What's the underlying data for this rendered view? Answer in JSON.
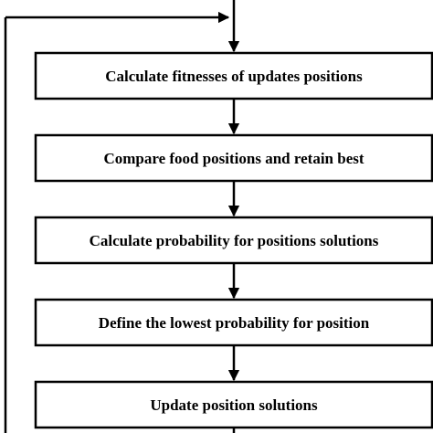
{
  "diagram": {
    "steps": [
      {
        "label": "Calculate fitnesses of updates positions"
      },
      {
        "label": "Compare food positions and retain best"
      },
      {
        "label": "Calculate probability for positions solutions"
      },
      {
        "label": "Define the lowest probability for position"
      },
      {
        "label": "Update position solutions"
      }
    ],
    "colors": {
      "line": "#000000",
      "box_fill": "#ffffff",
      "text": "#000000"
    }
  }
}
